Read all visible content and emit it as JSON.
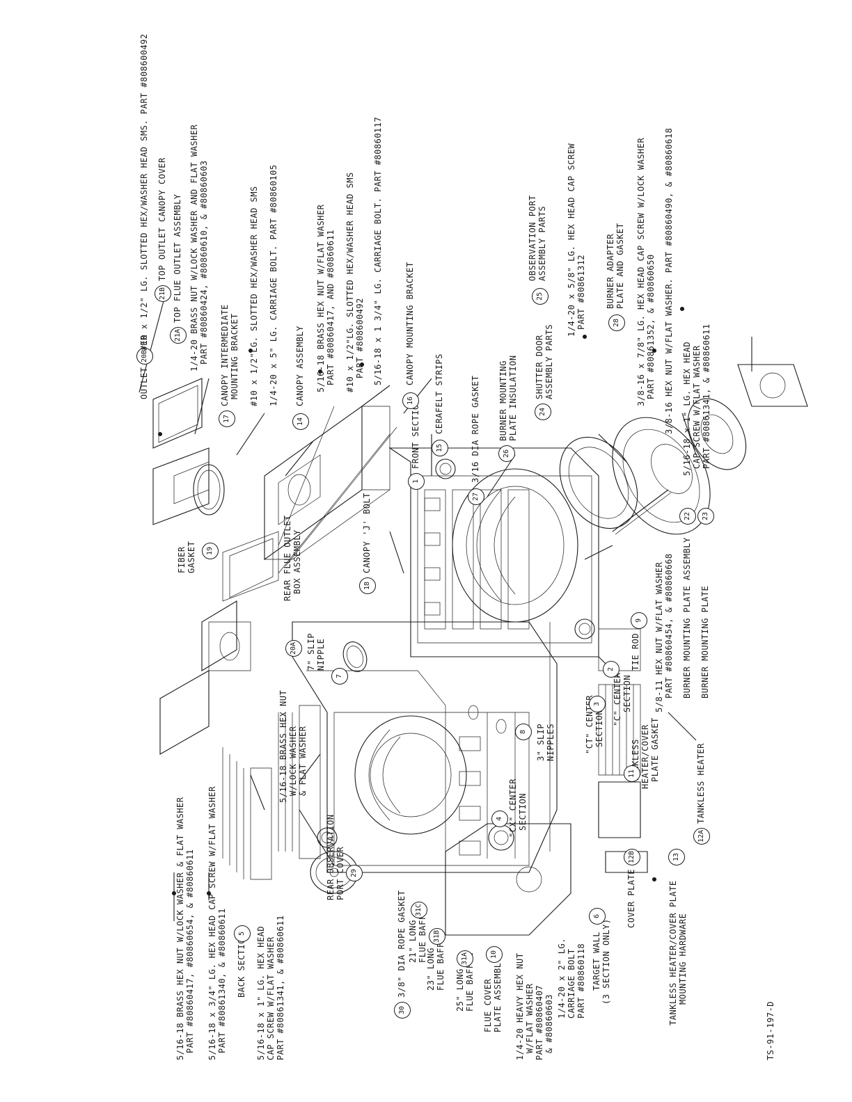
{
  "drawing_number": "TS-91-197-D",
  "labels": {
    "l1": "5/16-18 BRASS HEX NUT W/LOCK WASHER & FLAT WASHER",
    "l1b": "PART #80860417, #80860654, & #80860611",
    "l2": "5/16-18 x 3/4\" LG. HEX HEAD CAP SCREW W/FLAT WASHER",
    "l2b": "PART #80861340, & #80860611",
    "l3": "5/16-18 x 1\" LG. HEX HEAD",
    "l3b": "CAP SCREW W/FLAT WASHER",
    "l3c": "PART #80861341, & #80860611",
    "outlet_cover": "OUTLET COVER",
    "back_section": "BACK SECTION",
    "rear_obs_1": "REAR OBSERVATION",
    "rear_obs_2": "PORT COVER",
    "rope_38": "3/8\" DIA ROPE GASKET",
    "b21": "21\" LONG",
    "b21b": "FLUE BAFFLE",
    "b23": "23\" LONG",
    "b23b": "FLUE BAFFLE",
    "b25": "25\" LONG",
    "b25b": "FLUE BAFFLE",
    "flue_cover_1": "FLUE COVER",
    "flue_cover_2": "PLATE ASSEMBLY",
    "heavy_nut_1": "1/4-20 HEAVY HEX NUT",
    "heavy_nut_2": "W/FLAT WASHER",
    "heavy_nut_3": "PART #80860407",
    "heavy_nut_4": "& #80860603",
    "carriage_1": "1/4-20 x 2\" LG.",
    "carriage_2": "CARRIAGE BOLT",
    "carriage_3": "PART #80860118",
    "target_wall_1": "TARGET WALL",
    "target_wall_2": "(3 SECTION ONLY)",
    "cover_plate": "COVER PLATE",
    "tk_hw_1": "TANKLESS HEATER/COVER PLATE",
    "tk_hw_2": "MOUNTING HARDWARE",
    "rear_flue_1": "REAR FLUE OUTLET",
    "rear_flue_2": "BOX ASSEMBLY",
    "brass_1": "5/16-18 BRASS HEX NUT",
    "brass_2": "W/LOCK WASHER",
    "brass_3": "& FLAT WASHER",
    "cx_1": "\"CX\" CENTER",
    "cx_2": "SECTION",
    "slip3_1": "3\" SLIP",
    "slip3_2": "NIPPLES",
    "tankless": "TANKLESS HEATER",
    "fiber_1": "FIBER",
    "fiber_2": "GASKET",
    "slip7_1": "7\" SLIP",
    "slip7_2": "NIPPLE",
    "ct_1": "\"CT\" CENTER",
    "ct_2": "SECTION",
    "tk_gasket_1": "TANKLESS",
    "tk_gasket_2": "HEATER/COVER",
    "tk_gasket_3": "PLATE GASKET",
    "j_bolt": "CANOPY 'J' BOLT",
    "c_1": "\"C\" CENTER",
    "c_2": "SECTION",
    "tie_rod": "TIE ROD",
    "hex511_1": "5/8-11 HEX NUT W/FLAT WASHER",
    "hex511_2": "PART #80860454, & #80860668",
    "bmpa": "BURNER MOUNTING PLATE ASSEMBLY",
    "bmp": "BURNER MOUNTING PLATE",
    "sms1_1": "#10 x 1/2\" LG. SLOTTED HEX/WASHER HEAD SMS. PART #808600492",
    "top_cover": "TOP OUTLET CANOPY COVER",
    "top_flue": "TOP FLUE OUTLET ASSEMBLY",
    "brass2_1": "1/4-20 BRASS NUT W/LOCK WASHER AND FLAT WASHER",
    "brass2_2": "PART #80860424, #80860610, & #80860603",
    "cib_1": "CANOPY INTERMEDIATE",
    "cib_2": "MOUNTING BRACKET",
    "sms2": "#10 x 1/2\"LG. SLOTTED HEX/WASHER HEAD SMS",
    "cb5": "1/4-20 x 5\" LG. CARRIAGE BOLT. PART #80860105",
    "canopy_asm": "CANOPY ASSEMBLY",
    "front_section": "FRONT SECTION",
    "brass3_1": "5/16-18 BRASS HEX NUT W/FLAT WASHER",
    "brass3_2": "PART #80860417, AND #80860611",
    "sms3_1": "#10 x 1/2\"LG. SLOTTED HEX/WASHER HEAD SMS",
    "sms3_2": "PART #808600492",
    "cb134": "5/16-18 x 1 3/4\" LG. CARRIAGE BOLT. PART #80860117",
    "cmb": "CANOPY MOUNTING BRACKET",
    "cerafelt": "CERAFELT STRIPS",
    "rope_316": "3/16 DIA ROPE GASKET",
    "bmpi_1": "BURNER MOUNTING",
    "bmpi_2": "PLATE INSULATION",
    "shutter_1": "SHUTTER DOOR",
    "shutter_2": "ASSEMBLY PARTS",
    "obs_1": "OBSERVATION PORT",
    "obs_2": "ASSEMBLY PARTS",
    "cs58_1": "1/4-20 x 5/8\" LG. HEX HEAD CAP SCREW",
    "cs58_2": "PART #80861312",
    "bap_1": "BURNER ADAPTER",
    "bap_2": "PLATE AND GASKET",
    "cs78_1": "3/8-16 x 7/8\" LG. HEX HEAD CAP SCREW W/LOCK WASHER",
    "cs78_2": "PART #80861352, & #80860650",
    "hn316_1": "3/8-16 HEX NUT W/FLAT WASHER. PART #80860490, & #80860618",
    "cs1_1": "5/16-18 x 1\" LG. HEX HEAD",
    "cs1_2": "CAP SCREW W/FLAT WASHER",
    "cs1_3": "PART #80861341, & #80860611"
  },
  "callouts": {
    "c1": "1",
    "c2": "2",
    "c3": "3",
    "c4": "4",
    "c5": "5",
    "c6": "6",
    "c7": "7",
    "c8": "8",
    "c9": "9",
    "c10": "10",
    "c11": "11",
    "c12a": "12A",
    "c12b": "12B",
    "c13": "13",
    "c14": "14",
    "c15": "15",
    "c16": "16",
    "c17": "17",
    "c18": "18",
    "c19": "19",
    "c20a": "20A",
    "c20b": "20B",
    "c21a": "21A",
    "c21b": "21B",
    "c22": "22",
    "c23": "23",
    "c24": "24",
    "c25": "25",
    "c26": "26",
    "c27": "27",
    "c28": "28",
    "c29": "29",
    "c30": "30",
    "c31a": "31A",
    "c31b": "31B",
    "c31c": "31C"
  }
}
